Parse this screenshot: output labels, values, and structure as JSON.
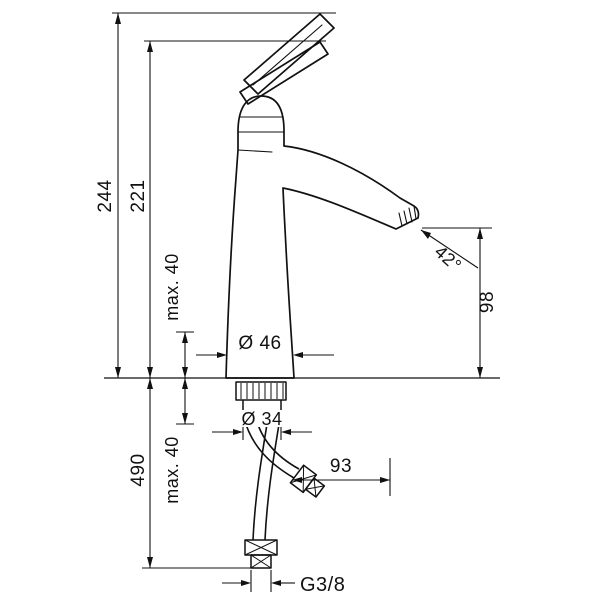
{
  "page": {
    "background": "#ffffff"
  },
  "drawing": {
    "type": "technical-dimension-drawing",
    "line_color": "#111111",
    "labels": {
      "total_height": "244",
      "body_height": "221",
      "max_mount_top": "max. 40",
      "base_diameter": "Ø 46",
      "spout_angle": "42°",
      "outlet_height": "98",
      "shank_diameter": "Ø 34",
      "max_mount_bottom": "max. 40",
      "hose_length": "490",
      "hose_offset": "93",
      "thread": "G3/8"
    }
  }
}
